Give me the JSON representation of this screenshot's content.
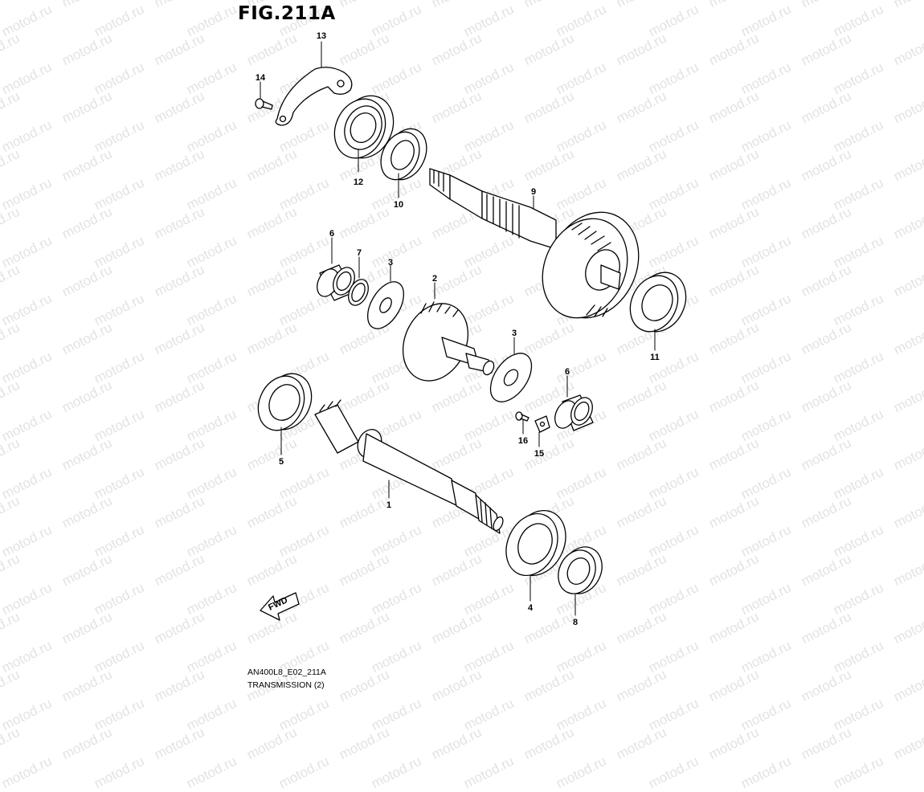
{
  "figure": {
    "title": "FIG.211A",
    "code": "AN400L8_E02_211A",
    "name": "TRANSMISSION (2)"
  },
  "watermark": "motod.ru",
  "fwd_label": "FWD",
  "parts": [
    {
      "id": "1"
    },
    {
      "id": "2"
    },
    {
      "id": "3a",
      "label": "3"
    },
    {
      "id": "3b",
      "label": "3"
    },
    {
      "id": "4"
    },
    {
      "id": "5"
    },
    {
      "id": "6a",
      "label": "6"
    },
    {
      "id": "6b",
      "label": "6"
    },
    {
      "id": "7"
    },
    {
      "id": "8"
    },
    {
      "id": "9"
    },
    {
      "id": "10"
    },
    {
      "id": "11"
    },
    {
      "id": "12"
    },
    {
      "id": "13"
    },
    {
      "id": "14"
    },
    {
      "id": "15"
    },
    {
      "id": "16"
    }
  ]
}
